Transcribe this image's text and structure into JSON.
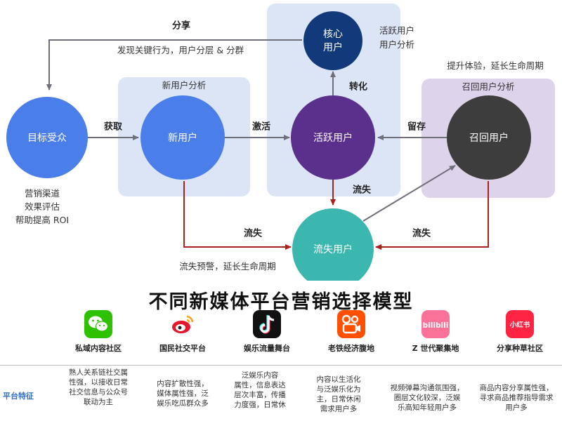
{
  "diagram": {
    "groups": {
      "new_user_analysis": "新用户分析",
      "recall_user_analysis": "召回用户分析"
    },
    "nodes": {
      "core_user": [
        "核心",
        "用户"
      ],
      "target_audience": "目标受众",
      "new_user": "新用户",
      "active_user": "活跃用户",
      "recall_user": "召回用户",
      "lost_user": "流失用户"
    },
    "edges": {
      "share": "分享",
      "acquire": "获取",
      "activate": "激活",
      "convert": "转化",
      "retain": "留存",
      "churn_active": "流失",
      "churn_new": "流失",
      "churn_recall": "流失"
    },
    "notes": {
      "discover": "发现关键行为，用户分层 & 分群",
      "active_analysis": [
        "活跃用户",
        "用户分析"
      ],
      "improve_experience": "提升体验，延长生命周期",
      "target_notes": [
        "营销渠道",
        "效果评估",
        "帮助提高 ROI"
      ],
      "churn_warning": "流失预警，延长生命周期"
    },
    "colors": {
      "blue_node": "#4a7ee8",
      "core_node": "#123a7a",
      "active_node": "#5b2f8c",
      "recall_node": "#3d3d3d",
      "lost_node": "#3cb7b0",
      "churn_arrow": "#b01e1e",
      "group_blue": "#d9e3f5",
      "group_purple": "#ddd3ea"
    }
  },
  "section": {
    "title": "不同新媒体平台营销选择模型"
  },
  "platforms": [
    {
      "icon": "wechat-icon",
      "name": "私域内容社区",
      "color": "#2dc100"
    },
    {
      "icon": "weibo-icon",
      "name": "国民社交平台",
      "color": "#e6162d"
    },
    {
      "icon": "tiktok-icon",
      "name": "娱乐流量舞台",
      "color": "#111111"
    },
    {
      "icon": "kuaishou-icon",
      "name": "老铁经济腹地",
      "color": "#ff5000"
    },
    {
      "icon": "bilibili-icon",
      "name": "Z 世代聚集地",
      "color": "#fb7299",
      "logo_text": "bilibili"
    },
    {
      "icon": "xiaohongshu-icon",
      "name": "分享种草社区",
      "color": "#ff2442",
      "logo_text": "小红书"
    }
  ],
  "features": {
    "row_label": "平台特征",
    "items": [
      [
        "熟人关系链社交属",
        "性强，以接收日常",
        "社交信息与公众号",
        "联动为主"
      ],
      [
        "内容扩散性强，",
        "媒体属性强，泛",
        "娱乐吃瓜群众多"
      ],
      [
        "泛娱乐内容",
        "属性，信息表达",
        "层次丰富，传播",
        "力度强，日常休"
      ],
      [
        "内容以生活化",
        "与泛娱乐化为",
        "主，日常休闲",
        "需求用户多"
      ],
      [
        "视频弹幕沟通氛围强，",
        "圈层文化较深，泛娱",
        "乐高知年轻用户多"
      ],
      [
        "商品内容分享属性强，",
        "寻求商品推荐指导需求",
        "用户多"
      ]
    ]
  }
}
